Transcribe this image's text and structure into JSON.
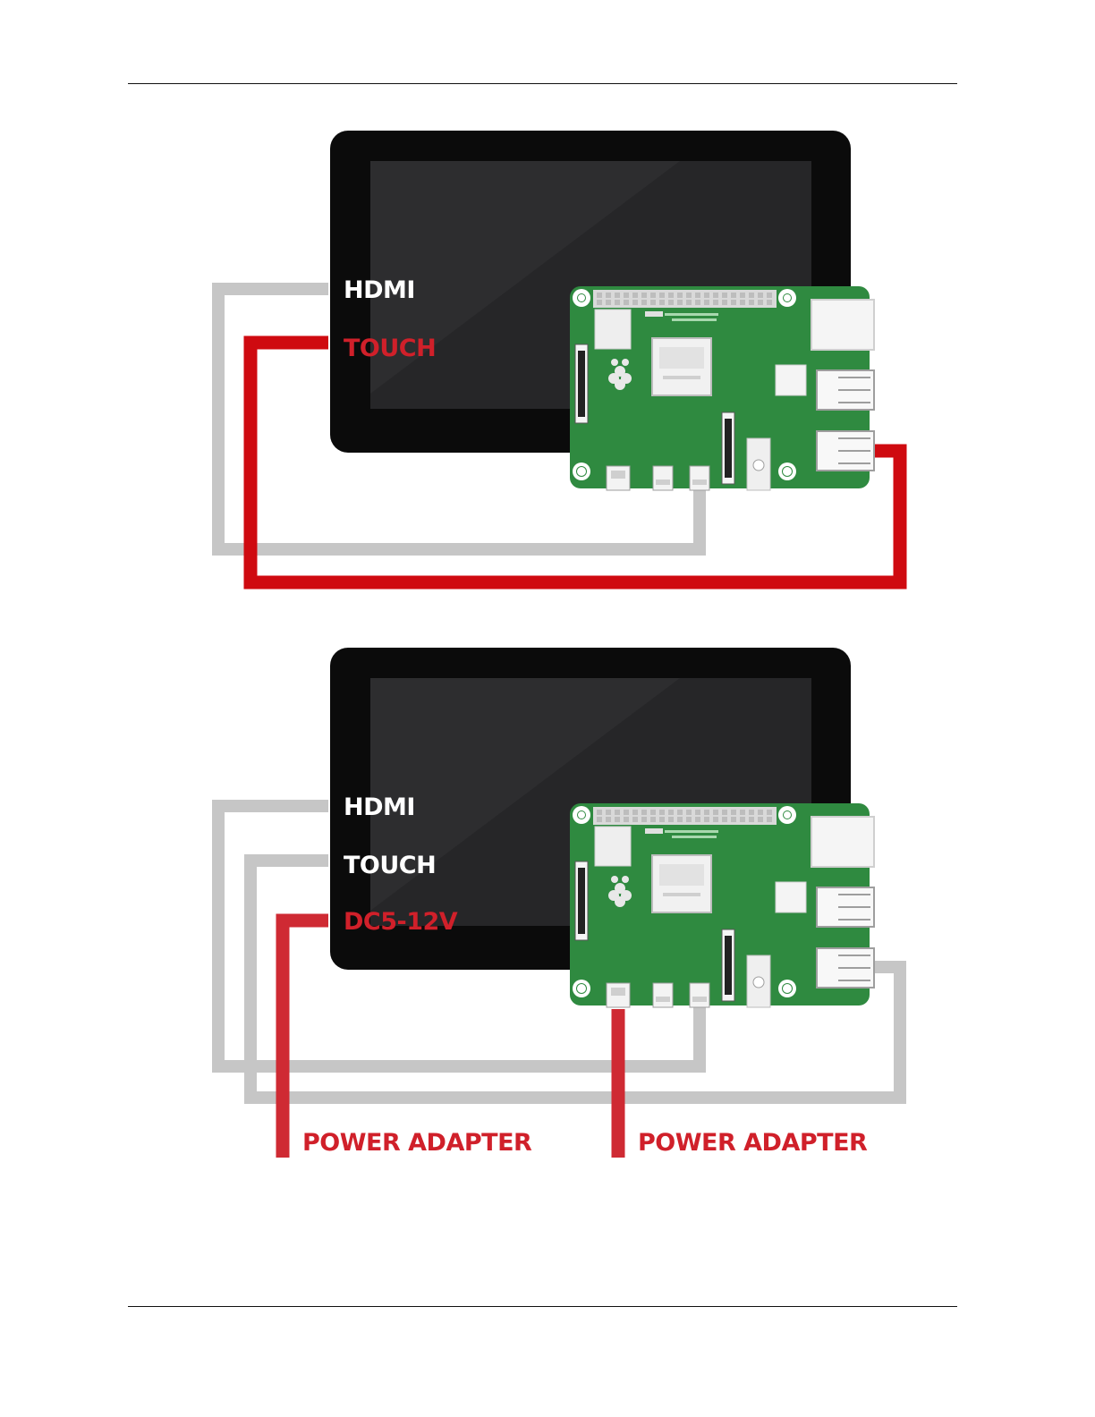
{
  "diagram_1": {
    "labels": {
      "hdmi": "HDMI",
      "touch": "TOUCH"
    },
    "cable_colors": {
      "hdmi": "#c6c6c6",
      "touch": "#cf0a10"
    }
  },
  "diagram_2": {
    "labels": {
      "hdmi": "HDMI",
      "touch": "TOUCH",
      "dc": "DC5-12V",
      "power_adapter_display": "POWER ADAPTER",
      "power_adapter_pi": "POWER ADAPTER"
    },
    "cable_colors": {
      "hdmi": "#c6c6c6",
      "touch": "#c6c6c6",
      "power": "#cf2a33"
    }
  },
  "colors": {
    "display_bezel": "#0b0b0b",
    "display_screen": "#2a2a2c",
    "pcb": "#2e8a3e",
    "label_white": "#ffffff",
    "label_red": "#d0202a"
  }
}
